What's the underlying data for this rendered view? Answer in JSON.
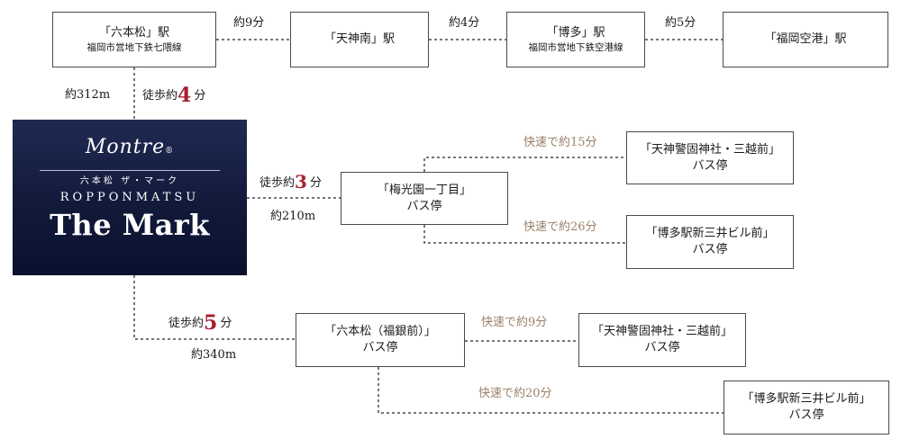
{
  "stations": {
    "roppongi": {
      "name": "「六本松」駅",
      "line": "福岡市営地下鉄七隈線"
    },
    "tenjinminami": {
      "name": "「天神南」駅"
    },
    "hakata": {
      "name": "「博多」駅",
      "line": "福岡市営地下鉄空港線"
    },
    "airport": {
      "name": "「福岡空港」駅"
    }
  },
  "rail_times": {
    "t1": "約9分",
    "t2": "約4分",
    "t3": "約5分"
  },
  "walk_top": {
    "distance": "約312m",
    "prefix": "徒歩約",
    "minutes": "4",
    "unit": "分"
  },
  "walk_mid": {
    "prefix": "徒歩約",
    "minutes": "3",
    "unit": "分",
    "distance": "約210m"
  },
  "walk_bottom": {
    "prefix": "徒歩約",
    "minutes": "5",
    "unit": "分",
    "distance": "約340m"
  },
  "logo": {
    "brand": "Montre",
    "mark": "®",
    "sub": "六本松 ザ・マーク",
    "romaji": "ROPPONMATSU",
    "name": "The Mark"
  },
  "bus_stops": {
    "baikoen": {
      "name": "「梅光園一丁目」",
      "type": "バス停"
    },
    "tenjin_keigo_1": {
      "name": "「天神警固神社・三越前」",
      "type": "バス停"
    },
    "hakata_mitsui_1": {
      "name": "「博多駅新三井ビル前」",
      "type": "バス停"
    },
    "roppongi_fukugin": {
      "name": "「六本松（福銀前）」",
      "type": "バス停"
    },
    "tenjin_keigo_2": {
      "name": "「天神警固神社・三越前」",
      "type": "バス停"
    },
    "hakata_mitsui_2": {
      "name": "「博多駅新三井ビル前」",
      "type": "バス停"
    }
  },
  "express": {
    "e1": "快速で約15分",
    "e2": "快速で約26分",
    "e3": "快速で約9分",
    "e4": "快速で約20分"
  },
  "colors": {
    "accent_red": "#a5202e",
    "express_brown": "#9a8068",
    "logo_navy": "#121a3a",
    "line": "#4a4a4a"
  }
}
